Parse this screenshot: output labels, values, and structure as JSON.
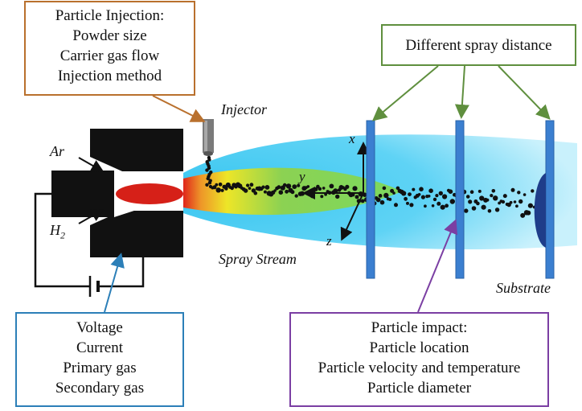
{
  "boxes": {
    "injection": {
      "lines": [
        "Particle Injection:",
        "Powder size",
        "Carrier gas flow",
        "Injection method"
      ]
    },
    "distance": {
      "lines": [
        "Different spray distance"
      ]
    },
    "electric": {
      "lines": [
        "Voltage",
        "Current",
        "Primary gas",
        "Secondary gas"
      ]
    },
    "impact": {
      "lines": [
        "Particle impact:",
        "Particle location",
        "Particle velocity and temperature",
        "Particle diameter"
      ]
    }
  },
  "labels": {
    "injector": "Injector",
    "ar": "Ar",
    "h2_main": "H",
    "h2_sub": "2",
    "spray_stream": "Spray Stream",
    "substrate": "Substrate"
  },
  "axes": {
    "x": "x",
    "y": "y",
    "z": "z"
  },
  "colors": {
    "injection_border": "#b9702d",
    "distance_border": "#5f8f3e",
    "electric_border": "#2c7fb8",
    "impact_border": "#7b3fa3",
    "plate": "#3b7fd0",
    "plasma": "#d62018",
    "torch": "#111111"
  },
  "icons": [
    "torch-body",
    "plasma-core",
    "injector-tube",
    "substrate-plates",
    "particle-dots",
    "power-source"
  ]
}
